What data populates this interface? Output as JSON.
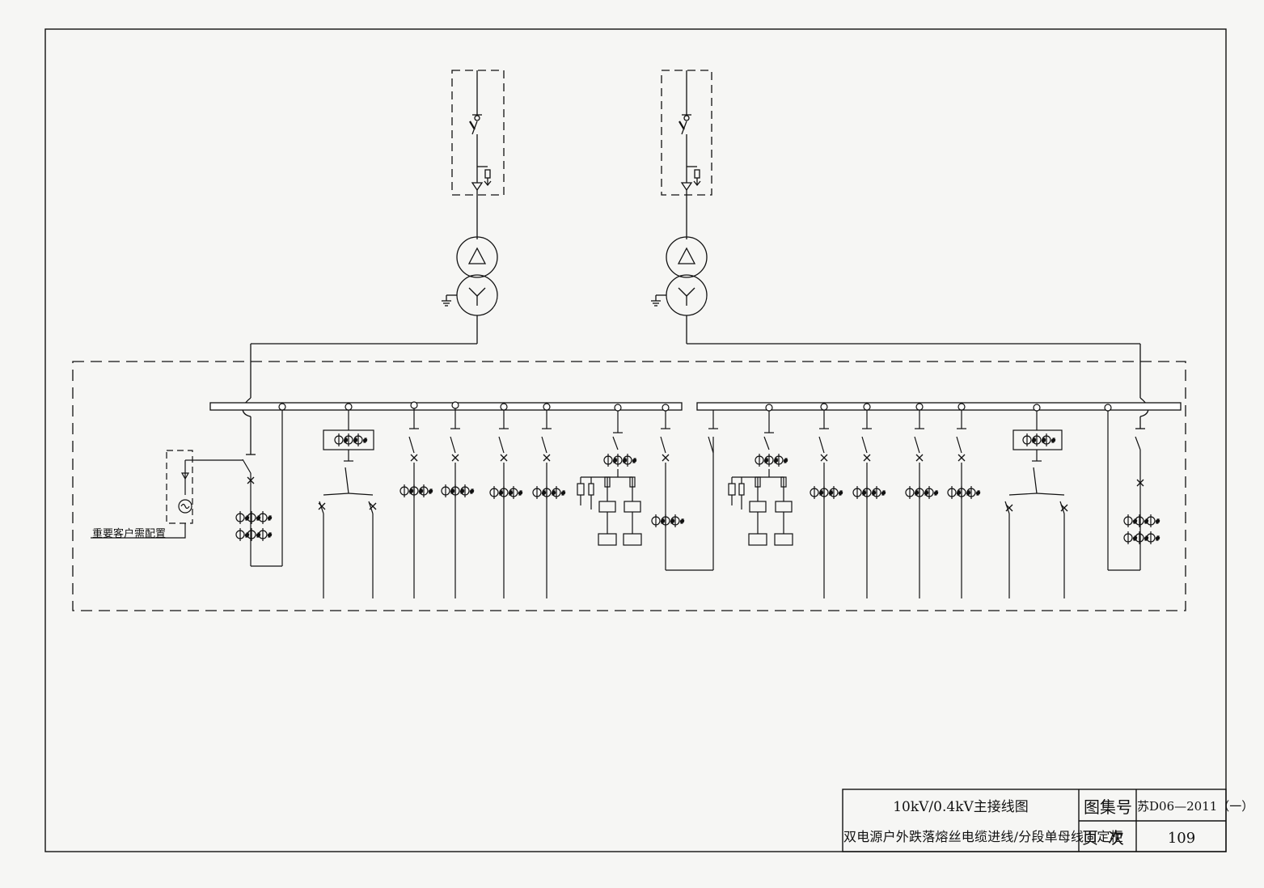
{
  "title_block": {
    "title_main": "10kV/0.4kV主接线图",
    "title_sub": "双电源户外跌落熔丝电缆进线/分段单母线固定柜",
    "atlas_label": "图集号",
    "atlas_value": "苏D06—2011（一）",
    "page_label": "页次",
    "page_value": "109"
  },
  "annotation": {
    "note": "重要客户需配置"
  }
}
